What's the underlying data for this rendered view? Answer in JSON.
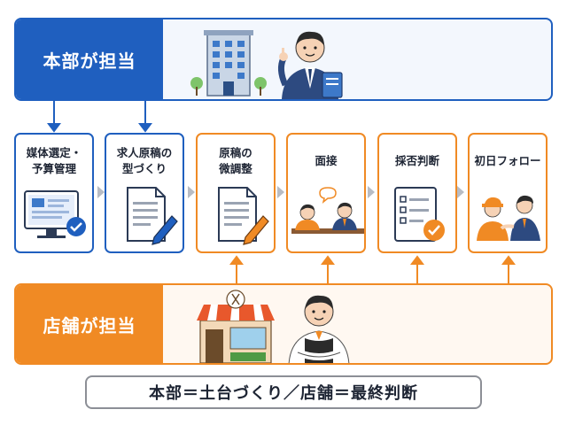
{
  "top_band": {
    "label": "本部が担当",
    "icons": [
      "office-building-icon",
      "businessman-icon"
    ]
  },
  "bottom_band": {
    "label": "店舗が担当",
    "icons": [
      "storefront-icon",
      "shop-owner-icon"
    ]
  },
  "steps": [
    {
      "title": "媒体選定・\n予算管理",
      "owner": "hq",
      "icon": "monitor-check-icon",
      "color": "#1f5fbf"
    },
    {
      "title": "求人原稿の\n型づくり",
      "owner": "hq",
      "icon": "document-pen-icon",
      "color": "#1f5fbf"
    },
    {
      "title": "原稿の\n微調整",
      "owner": "store",
      "icon": "document-pen-icon",
      "color": "#f08a24"
    },
    {
      "title": "面接",
      "owner": "store",
      "icon": "interview-icon",
      "color": "#f08a24"
    },
    {
      "title": "採否判断",
      "owner": "store",
      "icon": "checklist-icon",
      "color": "#f08a24"
    },
    {
      "title": "初日フォロー",
      "owner": "store",
      "icon": "onboarding-icon",
      "color": "#f08a24"
    }
  ],
  "summary": "本部＝土台づくり／店舗＝最終判断",
  "colors": {
    "hq": "#1f5fbf",
    "store": "#f08a24",
    "connector": "#b8bcc4"
  }
}
